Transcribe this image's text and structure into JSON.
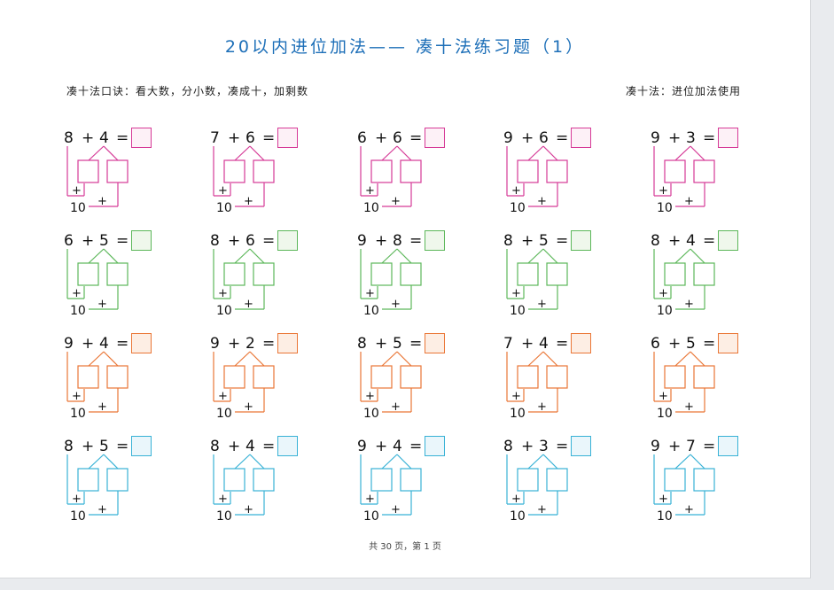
{
  "title": "20以内进位加法—— 凑十法练习题（1）",
  "mnemonic": "凑十法口诀：看大数，分小数，凑成十，加剩数",
  "method": "凑十法：进位加法使用",
  "symbols": {
    "plus": "+",
    "equals": "=",
    "ten": "10"
  },
  "rows": [
    {
      "color": "#d63a97",
      "fill": "#fdf1f7",
      "problems": [
        [
          "8",
          "4"
        ],
        [
          "7",
          "6"
        ],
        [
          "6",
          "6"
        ],
        [
          "9",
          "6"
        ],
        [
          "9",
          "3"
        ]
      ]
    },
    {
      "color": "#5cb75a",
      "fill": "#eff7ec",
      "problems": [
        [
          "6",
          "5"
        ],
        [
          "8",
          "6"
        ],
        [
          "9",
          "8"
        ],
        [
          "8",
          "5"
        ],
        [
          "8",
          "4"
        ]
      ]
    },
    {
      "color": "#ea7636",
      "fill": "#fdeee4",
      "problems": [
        [
          "9",
          "4"
        ],
        [
          "9",
          "2"
        ],
        [
          "8",
          "5"
        ],
        [
          "7",
          "4"
        ],
        [
          "6",
          "5"
        ]
      ]
    },
    {
      "color": "#38b2d6",
      "fill": "#eaf6fb",
      "problems": [
        [
          "8",
          "5"
        ],
        [
          "8",
          "4"
        ],
        [
          "9",
          "4"
        ],
        [
          "8",
          "3"
        ],
        [
          "9",
          "7"
        ]
      ]
    }
  ],
  "footer": "共 30 页，第 1 页"
}
